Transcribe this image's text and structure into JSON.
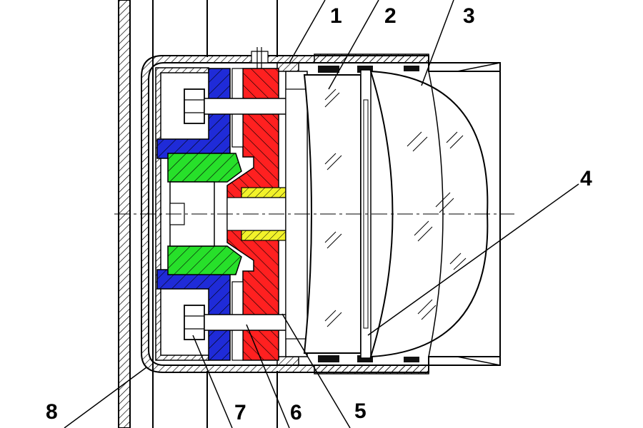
{
  "colors": {
    "line": "#000000",
    "hatch": "#000000",
    "blue": "#1f2bd8",
    "red": "#ff2020",
    "green": "#27e02a",
    "yellow": "#f2f22a",
    "background": "#ffffff"
  },
  "callouts": [
    {
      "id": "1",
      "label": "1"
    },
    {
      "id": "2",
      "label": "2"
    },
    {
      "id": "3",
      "label": "3"
    },
    {
      "id": "4",
      "label": "4"
    },
    {
      "id": "5",
      "label": "5"
    },
    {
      "id": "6",
      "label": "6"
    },
    {
      "id": "7",
      "label": "7"
    },
    {
      "id": "8",
      "label": "8"
    }
  ]
}
